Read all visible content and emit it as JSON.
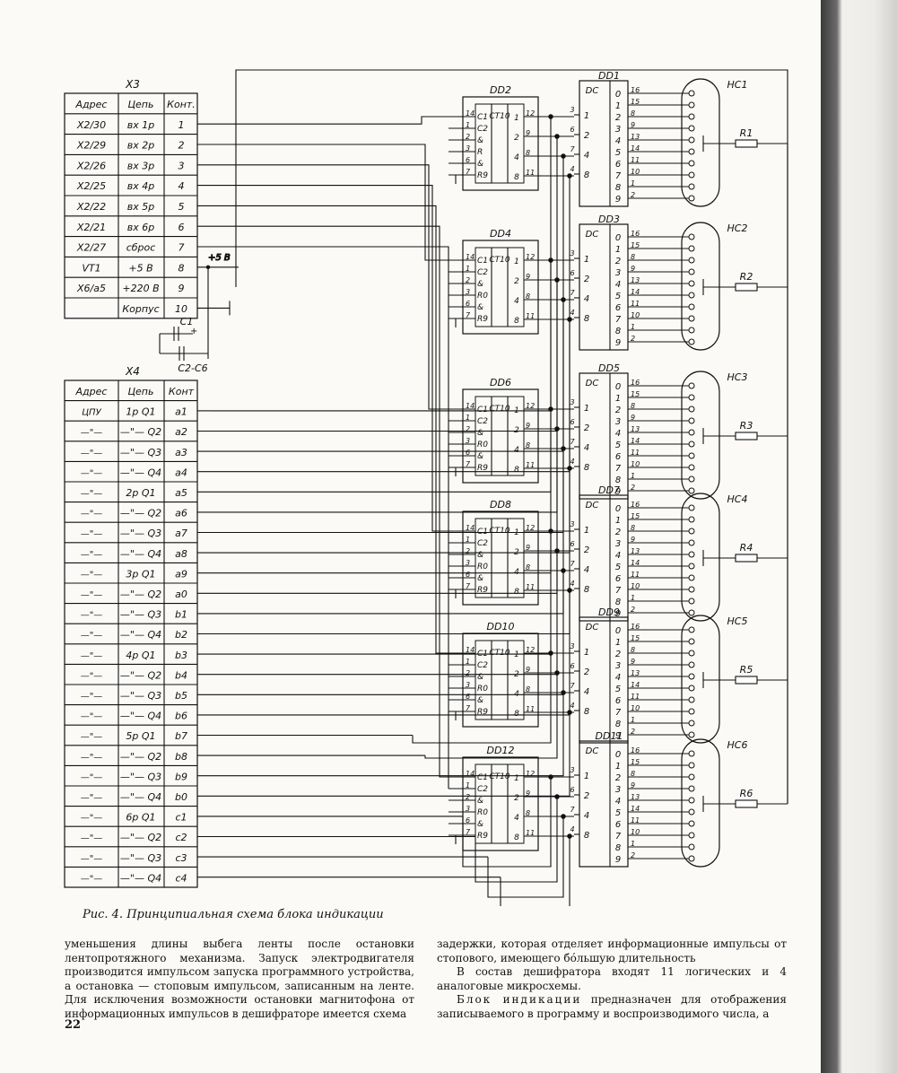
{
  "x3": {
    "title": "X3",
    "headers": [
      "Адрес",
      "Цепь",
      "Конт."
    ],
    "rows": [
      [
        "X2/30",
        "вх 1р",
        "1"
      ],
      [
        "X2/29",
        "вх 2р",
        "2"
      ],
      [
        "X2/26",
        "вх 3р",
        "3"
      ],
      [
        "X2/25",
        "вх 4р",
        "4"
      ],
      [
        "X2/22",
        "вх 5р",
        "5"
      ],
      [
        "X2/21",
        "вх 6р",
        "6"
      ],
      [
        "X2/27",
        "сброс",
        "7"
      ],
      [
        "VT1",
        "+5 В",
        "8"
      ],
      [
        "X6/а5",
        "+220 В",
        "9"
      ],
      [
        "",
        "Корпус",
        "10"
      ]
    ]
  },
  "x4": {
    "title": "X4",
    "headers": [
      "Адрес",
      "Цепь",
      "Конт"
    ],
    "rows": [
      [
        "ЦПУ",
        "1р Q1",
        "а1"
      ],
      [
        "—\"—",
        "—\"— Q2",
        "а2"
      ],
      [
        "—\"—",
        "—\"— Q3",
        "а3"
      ],
      [
        "—\"—",
        "—\"— Q4",
        "а4"
      ],
      [
        "—\"—",
        "2р Q1",
        "а5"
      ],
      [
        "—\"—",
        "—\"— Q2",
        "а6"
      ],
      [
        "—\"—",
        "—\"— Q3",
        "а7"
      ],
      [
        "—\"—",
        "—\"— Q4",
        "а8"
      ],
      [
        "—\"—",
        "3р Q1",
        "а9"
      ],
      [
        "—\"—",
        "—\"— Q2",
        "а0"
      ],
      [
        "—\"—",
        "—\"— Q3",
        "b1"
      ],
      [
        "—\"—",
        "—\"— Q4",
        "b2"
      ],
      [
        "—\"—",
        "4р Q1",
        "b3"
      ],
      [
        "—\"—",
        "—\"— Q2",
        "b4"
      ],
      [
        "—\"—",
        "—\"— Q3",
        "b5"
      ],
      [
        "—\"—",
        "—\"— Q4",
        "b6"
      ],
      [
        "—\"—",
        "5р Q1",
        "b7"
      ],
      [
        "—\"—",
        "—\"— Q2",
        "b8"
      ],
      [
        "—\"—",
        "—\"— Q3",
        "b9"
      ],
      [
        "—\"—",
        "—\"— Q4",
        "b0"
      ],
      [
        "—\"—",
        "6р Q1",
        "c1"
      ],
      [
        "—\"—",
        "—\"— Q2",
        "c2"
      ],
      [
        "—\"—",
        "—\"— Q3",
        "c3"
      ],
      [
        "—\"—",
        "—\"— Q4",
        "c4"
      ]
    ]
  },
  "labels": {
    "c1": "C1",
    "c2c6": "C2-C6",
    "plus5": "+5 В",
    "plus_sign": "+"
  },
  "stages": [
    {
      "counter": "DD2",
      "decoder": "DD1",
      "indicator": "HC1",
      "resistor": "R1"
    },
    {
      "counter": "DD4",
      "decoder": "DD3",
      "indicator": "HC2",
      "resistor": "R2"
    },
    {
      "counter": "DD6",
      "decoder": "DD5",
      "indicator": "HC3",
      "resistor": "R3"
    },
    {
      "counter": "DD8",
      "decoder": "DD7",
      "indicator": "HC4",
      "resistor": "R4"
    },
    {
      "counter": "DD10",
      "decoder": "DD9",
      "indicator": "HC5",
      "resistor": "R5"
    },
    {
      "counter": "DD12",
      "decoder": "DD11",
      "indicator": "HC6",
      "resistor": "R6"
    }
  ],
  "counter_chip": {
    "type": "СТ10",
    "left_pins": [
      "14",
      "1",
      "2",
      "3",
      "6",
      "7"
    ],
    "left_labels": [
      "C1",
      "C2",
      "&",
      "R0",
      "&",
      "R9"
    ],
    "out_labels": [
      "1",
      "2",
      "4",
      "8"
    ],
    "out_pins": [
      "12",
      "9",
      "8",
      "11"
    ],
    "first_stage_labels": [
      "C1",
      "C2",
      "&",
      "R",
      "&",
      "R9"
    ]
  },
  "decoder_chip": {
    "type": "DC",
    "in_pins": [
      "3",
      "6",
      "7",
      "4"
    ],
    "in_labels": [
      "1",
      "2",
      "4",
      "8"
    ],
    "out_labels": [
      "0",
      "1",
      "2",
      "3",
      "4",
      "5",
      "6",
      "7",
      "8",
      "9"
    ],
    "out_pins": [
      "16",
      "15",
      "8",
      "9",
      "13",
      "14",
      "11",
      "10",
      "1",
      "2"
    ]
  },
  "caption": "Рис. 4. Принципиальная схема блока индикации",
  "text": {
    "left": "уменьшения длины выбега ленты после остановки лентопротяжного механизма. Запуск электродвигателя производится импульсом запуска программного устройства, а остановка — стоповым импульсом, записанным на ленте. Для исключения возможности остановки магнитофона от информационных импульсов в дешифраторе имеется схема",
    "right_1": "задержки, которая отделяет информационные импульсы от стопового, имеющего бóльшую длительность",
    "right_2": "В состав дешифратора входят 11 логических и 4 аналоговые микросхемы.",
    "right_3_spaced": "Блок индикации",
    "right_3_rest": " предназначен для отображения записываемого в программу и воспроизводимого числа, а"
  },
  "page_number": "22"
}
